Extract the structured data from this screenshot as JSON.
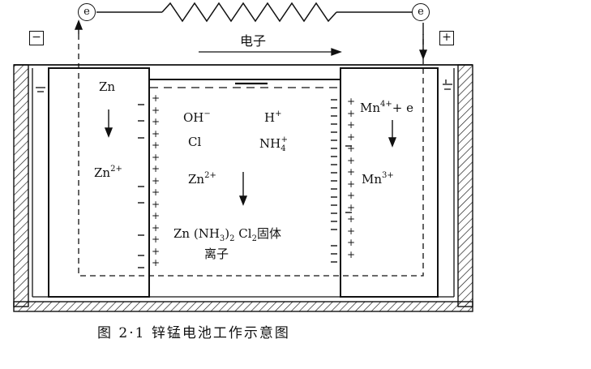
{
  "figure": {
    "caption": "图 2·1   锌锰电池工作示意图",
    "electron_label": "电子",
    "electron_symbol": "e",
    "negative_terminal": "−",
    "positive_terminal": "+",
    "anode": {
      "top": "Zn",
      "bottom_ion": "Zn",
      "bottom_ion_charge": "2+"
    },
    "electrolyte": {
      "oh": "OH",
      "oh_charge": "−",
      "h": "H",
      "h_charge": "+",
      "cl": "Cl",
      "nh4": "NH",
      "nh4_sub": "4",
      "nh4_charge": "+",
      "zn2": "Zn",
      "zn2_charge": "2+",
      "complex_a": "Zn (NH",
      "complex_sub3": "3",
      "complex_b": ")",
      "complex_sub2": "2",
      "complex_c": " Cl",
      "complex_sub2b": "2",
      "complex_d": "固体",
      "complex_line2": "离子"
    },
    "cathode": {
      "mn4": "Mn",
      "mn4_charge": "4+",
      "plus_e": "+ e",
      "mn3": "Mn",
      "mn3_charge": "3+"
    },
    "colors": {
      "ink": "#111111",
      "background": "#ffffff"
    }
  }
}
